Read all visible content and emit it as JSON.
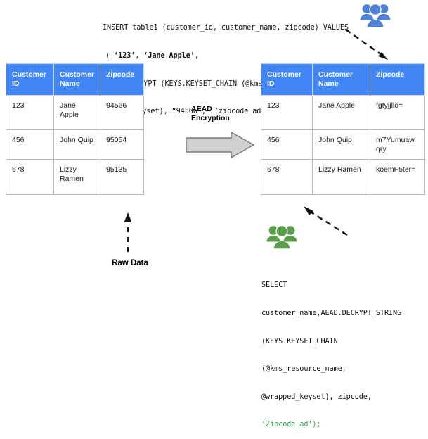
{
  "insert_statement": {
    "name": "insert-sql",
    "line1": "INSERT table1 (customer_id, customer_name, zipcode) VALUES",
    "line2_pre": "( ",
    "line2_lit1": "‘123’",
    "line2_mid": ", ",
    "line2_lit2": "‘Jane Apple’",
    "line2_post": ",",
    "line3": "AEAD.ENCRYPT (KEYS.KEYSET_CHAIN (@kms_resource_name,",
    "line4": "@wrapped_keyset), “94566”,  ‘zipcode_ad’) as zipcode));"
  },
  "select_statement": {
    "name": "select-sql",
    "line1": "SELECT",
    "line2": "customer_name,AEAD.DECRYPT_STRING",
    "line3": "(KEYS.KEYSET_CHAIN",
    "line4": "(@kms_resource_name,",
    "line5": "@wrapped_keyset), zipcode,",
    "line6_green": "‘Zipcode_ad’);"
  },
  "tables": {
    "left": {
      "name": "raw-data-table",
      "headers": [
        "Customer ID",
        "Customer Name",
        "Zipcode"
      ],
      "headers_wrapped": [
        [
          "Customer",
          "ID"
        ],
        [
          "Customer",
          "Name"
        ],
        [
          "Zipcode",
          ""
        ]
      ],
      "rows": [
        {
          "id": "123",
          "customer_name": "Jane Apple",
          "zipcode": "94566"
        },
        {
          "id": "456",
          "customer_name": "John Quip",
          "zipcode": "95054"
        },
        {
          "id": "678",
          "customer_name": "Lizzy Ramen",
          "zipcode": "95135"
        }
      ]
    },
    "right": {
      "name": "encrypted-data-table",
      "headers": [
        "Customer ID",
        "Customer Name",
        "Zipcode"
      ],
      "headers_wrapped": [
        [
          "Customer",
          "ID"
        ],
        [
          "Customer",
          "Name"
        ],
        [
          "Zipcode",
          ""
        ]
      ],
      "rows": [
        {
          "id": "123",
          "customer_name": "Jane Apple",
          "zipcode": "fgtyjjllo="
        },
        {
          "id": "456",
          "customer_name": "John Quip",
          "zipcode": "m7Yumuaw qry"
        },
        {
          "id": "678",
          "customer_name": "Lizzy Ramen",
          "zipcode": "koemF5ter="
        }
      ]
    }
  },
  "annotations": {
    "aead_encryption_label": "AEAD\nEncryption",
    "raw_data_label": "Raw Data"
  },
  "icons": {
    "people_top": "people-group-icon",
    "people_bottom": "people-group-icon",
    "encryption_arrow": "block-arrow-right-icon",
    "insert_arrow": "dashed-arrow-down-right-icon",
    "select_arrow": "dashed-arrow-up-right-icon",
    "raw_data_arrow": "dashed-arrow-up-icon"
  },
  "colors": {
    "header_blue": "#4285f4",
    "people_top_blue": "#4f81d8",
    "people_bottom_green": "#5a9e4c",
    "arrow_gray_fill": "#d0d0d0",
    "arrow_gray_stroke": "#7a7a7a",
    "sql_green": "#2f9e44",
    "table_border": "#b8b8b8"
  }
}
